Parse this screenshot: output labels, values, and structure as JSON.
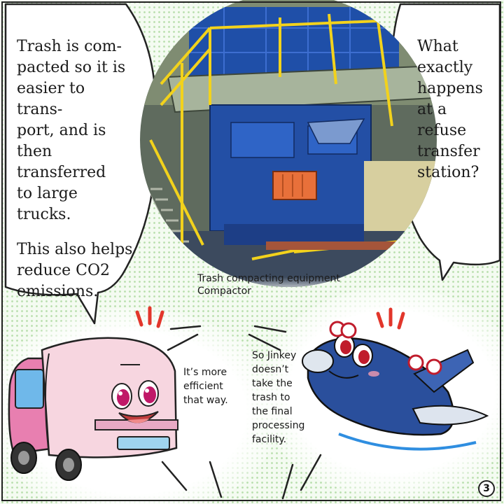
{
  "narration_left": {
    "line1": "Trash is com-",
    "line2": "pacted so it is",
    "line3": "easier to trans-",
    "line4": "port, and is",
    "line5": "then transferred",
    "line6": "to large trucks.",
    "line7": "This also helps",
    "line8": "reduce CO2",
    "line9": "emissions."
  },
  "question_right": {
    "line1": "What",
    "line2": "exactly",
    "line3": "happens",
    "line4": "at a",
    "line5": "refuse",
    "line6": "transfer",
    "line7": "station?"
  },
  "caption": {
    "line1": "Trash compacting equipment",
    "line2": "Compactor"
  },
  "truck_speech": {
    "line1": "It’s more",
    "line2": "efficient",
    "line3": "that way."
  },
  "plane_speech": {
    "line1": "So Jinkey",
    "line2": "doesn’t",
    "line3": "take the",
    "line4": "trash to",
    "line5": "the final",
    "line6": "processing",
    "line7": "facility."
  },
  "page_number": "3",
  "colors": {
    "background_dots": "#b9dfae",
    "machine_blue": "#1f4fa8",
    "railing_yellow": "#f2d21c",
    "truck_pink": "#f7d6e0",
    "plane_blue": "#2a4f9c",
    "emphasis_red": "#e2362b"
  }
}
